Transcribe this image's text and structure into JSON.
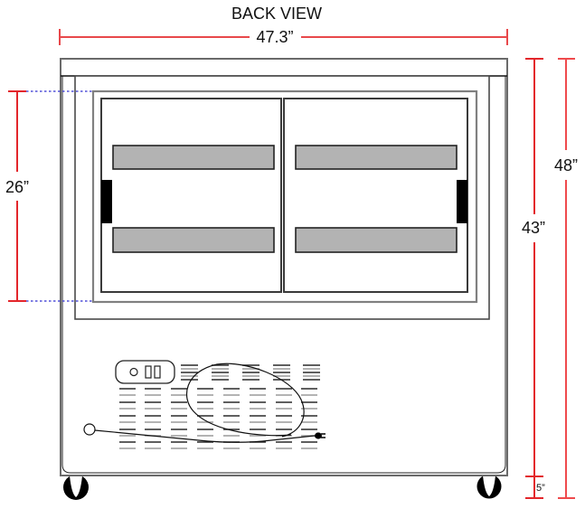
{
  "title": "BACK VIEW",
  "dimensions": {
    "overall_width": {
      "label": "47.3”",
      "value": 47.3,
      "unit": "in"
    },
    "glass_height": {
      "label": "26”",
      "value": 26,
      "unit": "in"
    },
    "cabinet_height": {
      "label": "43”",
      "value": 43,
      "unit": "in"
    },
    "overall_height": {
      "label": "48”",
      "value": 48,
      "unit": "in"
    },
    "caster_height": {
      "label": "5”",
      "value": 5,
      "unit": "in"
    }
  },
  "components": {
    "doors": [
      "left-sliding-door",
      "right-sliding-door"
    ],
    "shelves_per_door": 2,
    "handles": 2,
    "casters": 2,
    "icons": [
      "power-switch-icon",
      "cord-port-icon",
      "power-plug-icon",
      "caster-wheel-icon"
    ]
  },
  "colors": {
    "dimension_line": "#e3262b",
    "dimension_line_light": "#ef4a4d",
    "guide_line": "#2f2fd0",
    "shelf_fill": "#b3b3b3",
    "handle_fill": "#000000",
    "outline": "#333333"
  }
}
